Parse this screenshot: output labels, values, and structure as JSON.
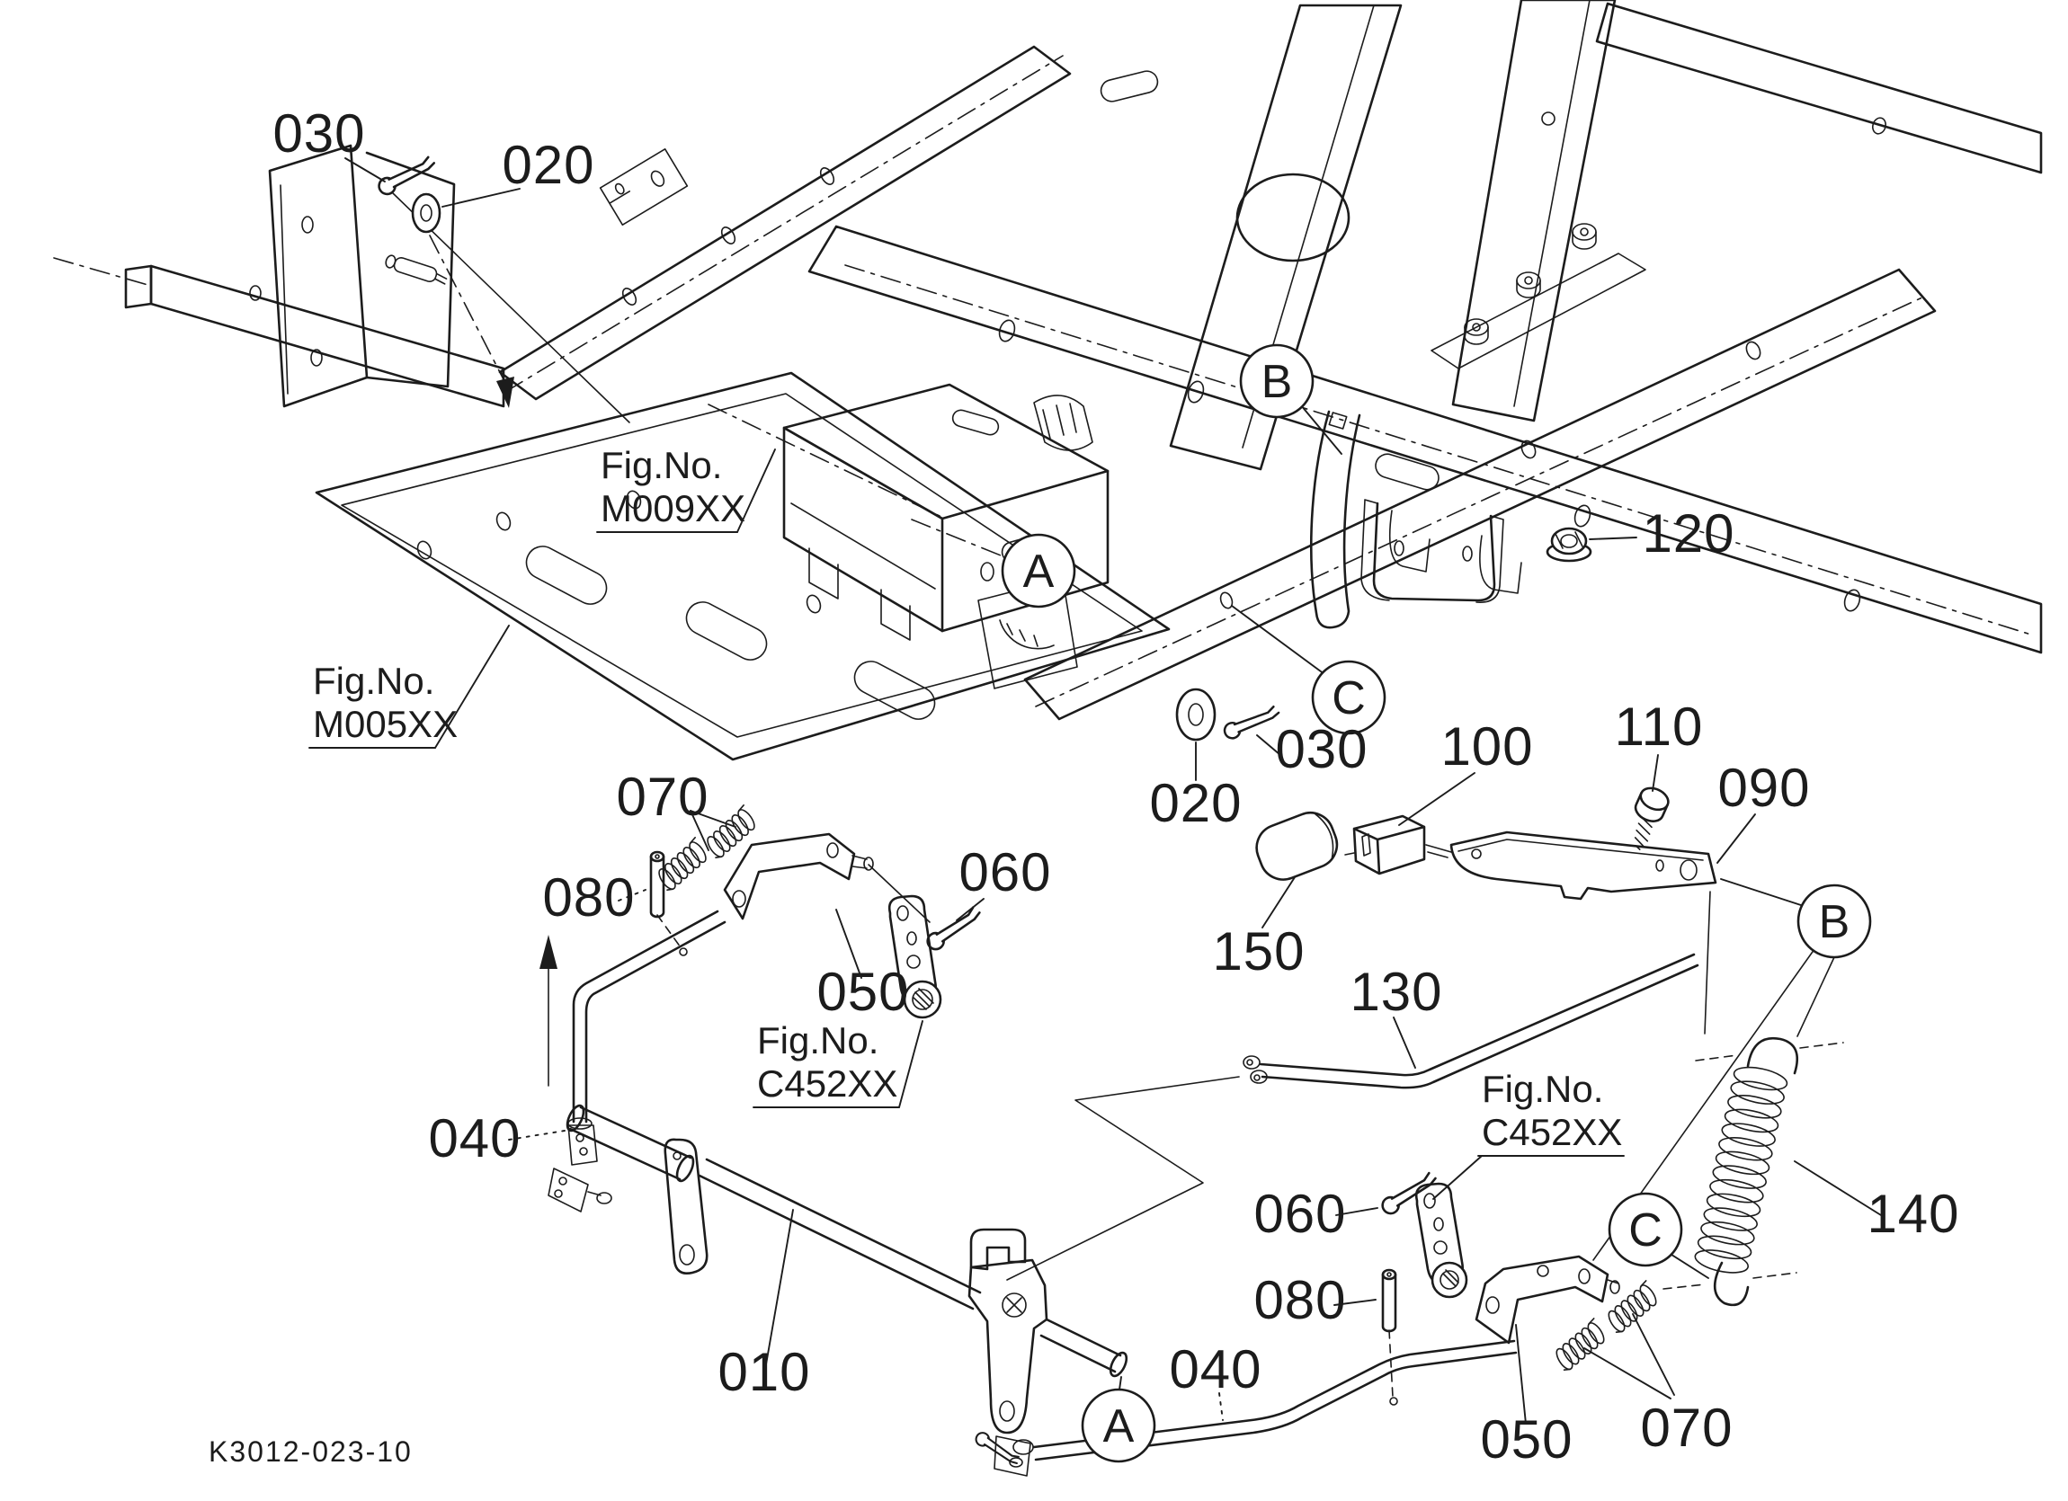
{
  "page": {
    "bg": "#ffffff",
    "ink": "#1c1c1c"
  },
  "title_block": {
    "drawing_number": "K3012-023-10"
  },
  "sections": {
    "A": "A",
    "B": "B",
    "C": "C"
  },
  "fig_refs": {
    "prefix": "Fig.No.",
    "m009": "M009XX",
    "m005": "M005XX",
    "c452": "C452XX"
  },
  "callouts": {
    "010": "010",
    "020": "020",
    "030": "030",
    "040": "040",
    "050": "050",
    "060": "060",
    "070": "070",
    "080": "080",
    "090": "090",
    "100": "100",
    "110": "110",
    "120": "120",
    "130": "130",
    "140": "140",
    "150": "150"
  }
}
